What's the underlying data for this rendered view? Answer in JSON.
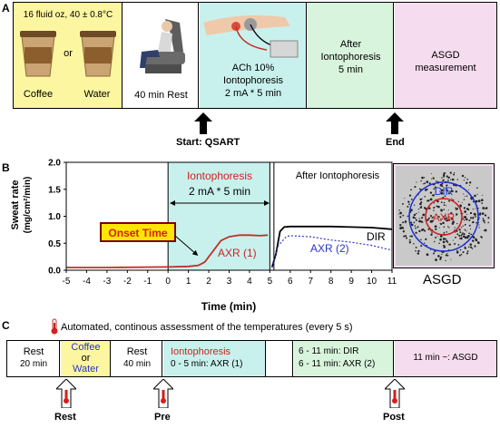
{
  "panelA": {
    "letter": "A",
    "cond": "16 fluid oz, 40 ± 0.8°C",
    "coffee": "Coffee",
    "or": "or",
    "water": "Water",
    "rest": "40 min Rest",
    "ach_line1": "ACh 10%",
    "ach_line2": "Iontophoresis",
    "ach_line3": "2 mA * 5 min",
    "after_line1": "After",
    "after_line2": "Iontophoresis",
    "after_line3": "5 min",
    "asgd_line1": "ASGD",
    "asgd_line2": "measurement",
    "start": "Start: QSART",
    "end": "End",
    "colors": {
      "yellow": "#fdf6a0",
      "teal": "#c8f1ee",
      "green": "#d8f4dc",
      "pink": "#f6dcef"
    }
  },
  "panelB": {
    "letter": "B",
    "ylabel": "Sweat rate",
    "ylabel2": "(mg/cm²/min)",
    "xlabel": "Time (min)",
    "ionto_title": "Iontophoresis",
    "ionto_sub": "2 mA * 5 min",
    "after_title": "After Iontophoresis",
    "onset": "Onset Time",
    "axr1": "AXR (1)",
    "axr2": "AXR (2)",
    "dir": "DIR",
    "asgd": "ASGD",
    "img_dir": "DIR",
    "img_axr": "AXR"
  },
  "chart_data": {
    "type": "line",
    "xlabel": "Time (min)",
    "ylabel": "Sweat rate (mg/cm²/min)",
    "xlim": [
      -5,
      11
    ],
    "ylim": [
      0,
      2.0
    ],
    "xticks": [
      "-5",
      "-4",
      "-3",
      "-2",
      "-1",
      "0",
      "1",
      "2",
      "3",
      "4",
      "5",
      "6",
      "7",
      "8",
      "9",
      "10",
      "11"
    ],
    "yticks": [
      "0.0",
      "0.5",
      "1.0",
      "1.5",
      "2.0"
    ],
    "series": [
      {
        "name": "AXR (1)",
        "color": "#c0302a",
        "x": [
          -5,
          -3,
          0,
          1,
          1.5,
          1.8,
          2.2,
          2.6,
          3,
          3.5,
          4,
          4.5,
          4.9
        ],
        "y": [
          0.05,
          0.05,
          0.06,
          0.07,
          0.09,
          0.15,
          0.35,
          0.55,
          0.62,
          0.65,
          0.65,
          0.64,
          0.65
        ]
      },
      {
        "name": "DIR",
        "color": "#000000",
        "x": [
          5.1,
          5.3,
          5.5,
          5.7,
          6,
          7,
          8,
          9,
          10,
          11
        ],
        "y": [
          0.05,
          0.3,
          0.72,
          0.8,
          0.81,
          0.81,
          0.81,
          0.8,
          0.79,
          0.76
        ]
      },
      {
        "name": "AXR (2)",
        "color": "#2b35c9",
        "x": [
          5.1,
          5.4,
          5.8,
          6,
          7,
          8,
          9,
          10,
          11
        ],
        "y": [
          0.05,
          0.45,
          0.62,
          0.64,
          0.62,
          0.56,
          0.52,
          0.46,
          0.37
        ]
      }
    ]
  },
  "panelC": {
    "letter": "C",
    "note": "Automated, continous assessment of the temperatures (every 5 s)",
    "rest1_l1": "Rest",
    "rest1_l2": "20 min",
    "coffee": "Coffee",
    "or": "or",
    "water": "Water",
    "rest2_l1": "Rest",
    "rest2_l2": "40 min",
    "ionto_title": "Iontophoresis",
    "ionto_sub": "0 - 5 min: AXR (1)",
    "post_l1": "6 - 11 min: DIR",
    "post_l2": "6 - 11 min: AXR (2)",
    "asgd": "11 min ~: ASGD",
    "label_rest": "Rest",
    "label_pre": "Pre",
    "label_post": "Post"
  }
}
